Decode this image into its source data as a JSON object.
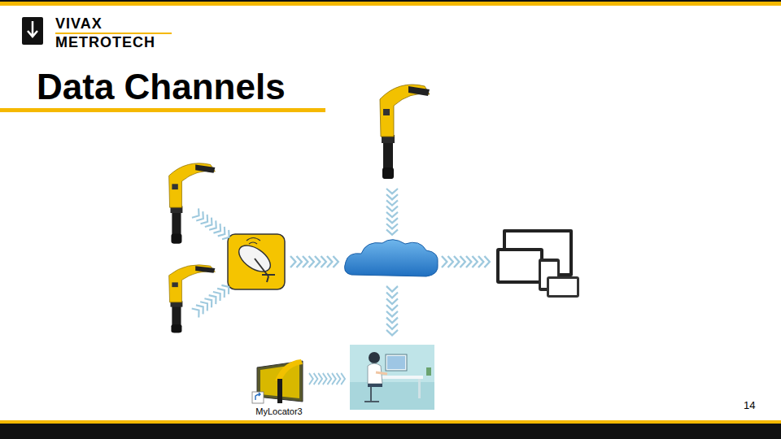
{
  "diagram": {
    "title": "Data Channels",
    "nodes": [
      {
        "text": [
          "MyLocator3"
        ]
      }
    ],
    "labels": [
      "VIVAX",
      "METROTECH",
      "14"
    ]
  }
}
